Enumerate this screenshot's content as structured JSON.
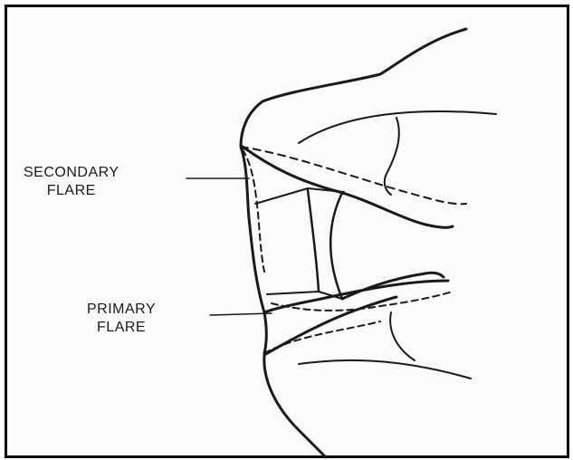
{
  "labels": {
    "secondary": {
      "line1": "SECONDARY",
      "line2": "FLARE"
    },
    "primary": {
      "line1": "PRIMARY",
      "line2": "FLARE"
    }
  },
  "colors": {
    "ink": "#1a1a1a",
    "border": "#000000",
    "paper": "#fbfbfb"
  }
}
